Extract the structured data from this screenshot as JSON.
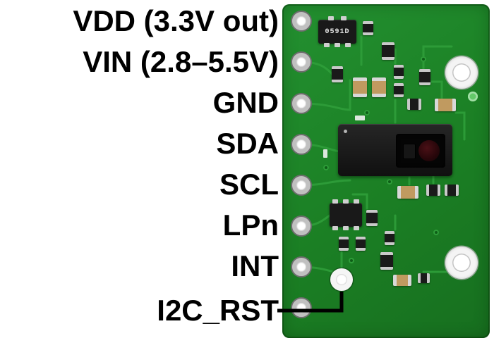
{
  "pin_labels": [
    "VDD (3.3V out)",
    "VIN (2.8–5.5V)",
    "GND",
    "SDA",
    "SCL",
    "LPn",
    "INT",
    "I2C_RST"
  ],
  "board": {
    "ic_marking": "0591D",
    "description_names": [
      "sensor-module",
      "mounting-holes",
      "pin-holes",
      "i2c-reset-hole"
    ]
  },
  "colors": {
    "pcb_green": "#1e8626",
    "trace_green": "#2f9e3a",
    "label_black": "#000000",
    "capacitor_tan": "#c09a60"
  }
}
